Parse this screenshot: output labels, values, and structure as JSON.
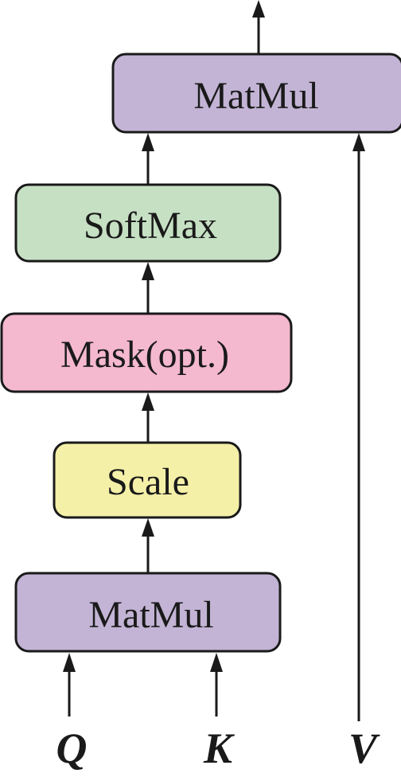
{
  "diagram": {
    "blocks": {
      "matmul_top": {
        "label": "MatMul",
        "color": "#c3b4d5"
      },
      "softmax": {
        "label": "SoftMax",
        "color": "#c6e0c3"
      },
      "mask": {
        "label": "Mask(opt.)",
        "color": "#f4b8cf"
      },
      "scale": {
        "label": "Scale",
        "color": "#f5f0a8"
      },
      "matmul_bottom": {
        "label": "MatMul",
        "color": "#c3b4d5"
      }
    },
    "inputs": {
      "q": "Q",
      "k": "K",
      "v": "V"
    },
    "stroke_color": "#1a1a1a"
  }
}
